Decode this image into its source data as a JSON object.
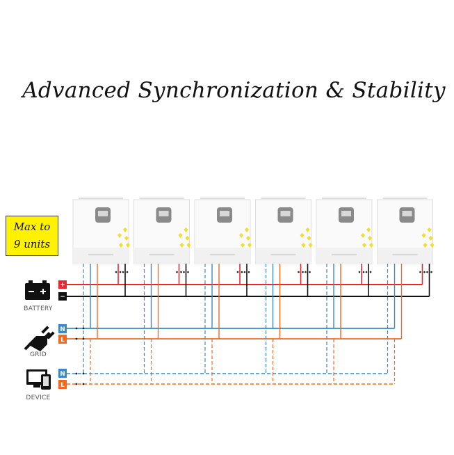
{
  "title": "Advanced Synchronization & Stability",
  "badge": {
    "line1": "Max to",
    "line2": "9 units"
  },
  "inverter_count": 6,
  "sources": [
    {
      "label": "BATTERY",
      "icon": "battery-icon",
      "terminals": [
        "+",
        "−"
      ]
    },
    {
      "label": "GRID",
      "icon": "power-plug-icon",
      "terminals": [
        "N",
        "L"
      ]
    },
    {
      "label": "DEVICE",
      "icon": "device-icon",
      "terminals": [
        "N",
        "L"
      ]
    }
  ],
  "colors": {
    "positive": "#e8262d",
    "negative": "#111111",
    "neutral": "#3a88c8",
    "line": "#f26a21",
    "badge": "#fff200"
  }
}
